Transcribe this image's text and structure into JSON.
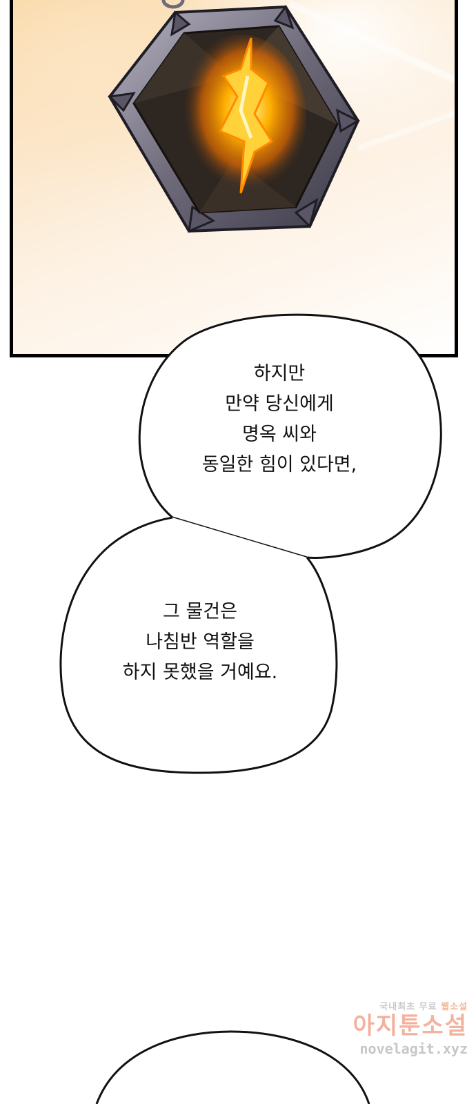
{
  "bubbles": [
    {
      "lines": [
        "하지만",
        "만약 당신에게",
        "명옥 씨와",
        "동일한 힘이 있다면,"
      ]
    },
    {
      "lines": [
        "그 물건은",
        "나침반 역할을",
        "하지 못했을 거예요."
      ]
    }
  ],
  "watermark": {
    "tagline_prefix": "국내최초 무료",
    "tagline_accent": "웹소설",
    "brand": "아지툰소설",
    "url": "novelagit.xyz"
  },
  "colors": {
    "panel_border": "#000000",
    "gem_crack": "#ffb000",
    "watermark_brand": "#f2a48e"
  },
  "icons": [
    "gem-amulet-illustration"
  ]
}
